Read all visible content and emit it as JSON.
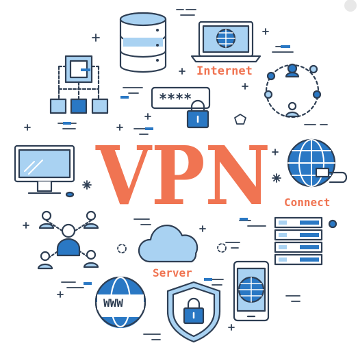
{
  "title": "VPN",
  "labels": {
    "internet": "Internet",
    "connect": "Connect",
    "server": "Server",
    "password": "****",
    "www": "WWW"
  },
  "colors": {
    "accent": "#F07452",
    "stroke": "#2E3E53",
    "blue_dark": "#2A78C4",
    "blue_light": "#A9D2F2"
  },
  "icons": [
    "database-icon",
    "laptop-globe-icon",
    "hierarchy-icon",
    "password-lock-icon",
    "team-network-icon",
    "monitor-icon",
    "globe-plug-icon",
    "user-network-icon",
    "cloud-icon",
    "server-rack-icon",
    "www-globe-icon",
    "shield-lock-icon",
    "phone-globe-icon"
  ]
}
